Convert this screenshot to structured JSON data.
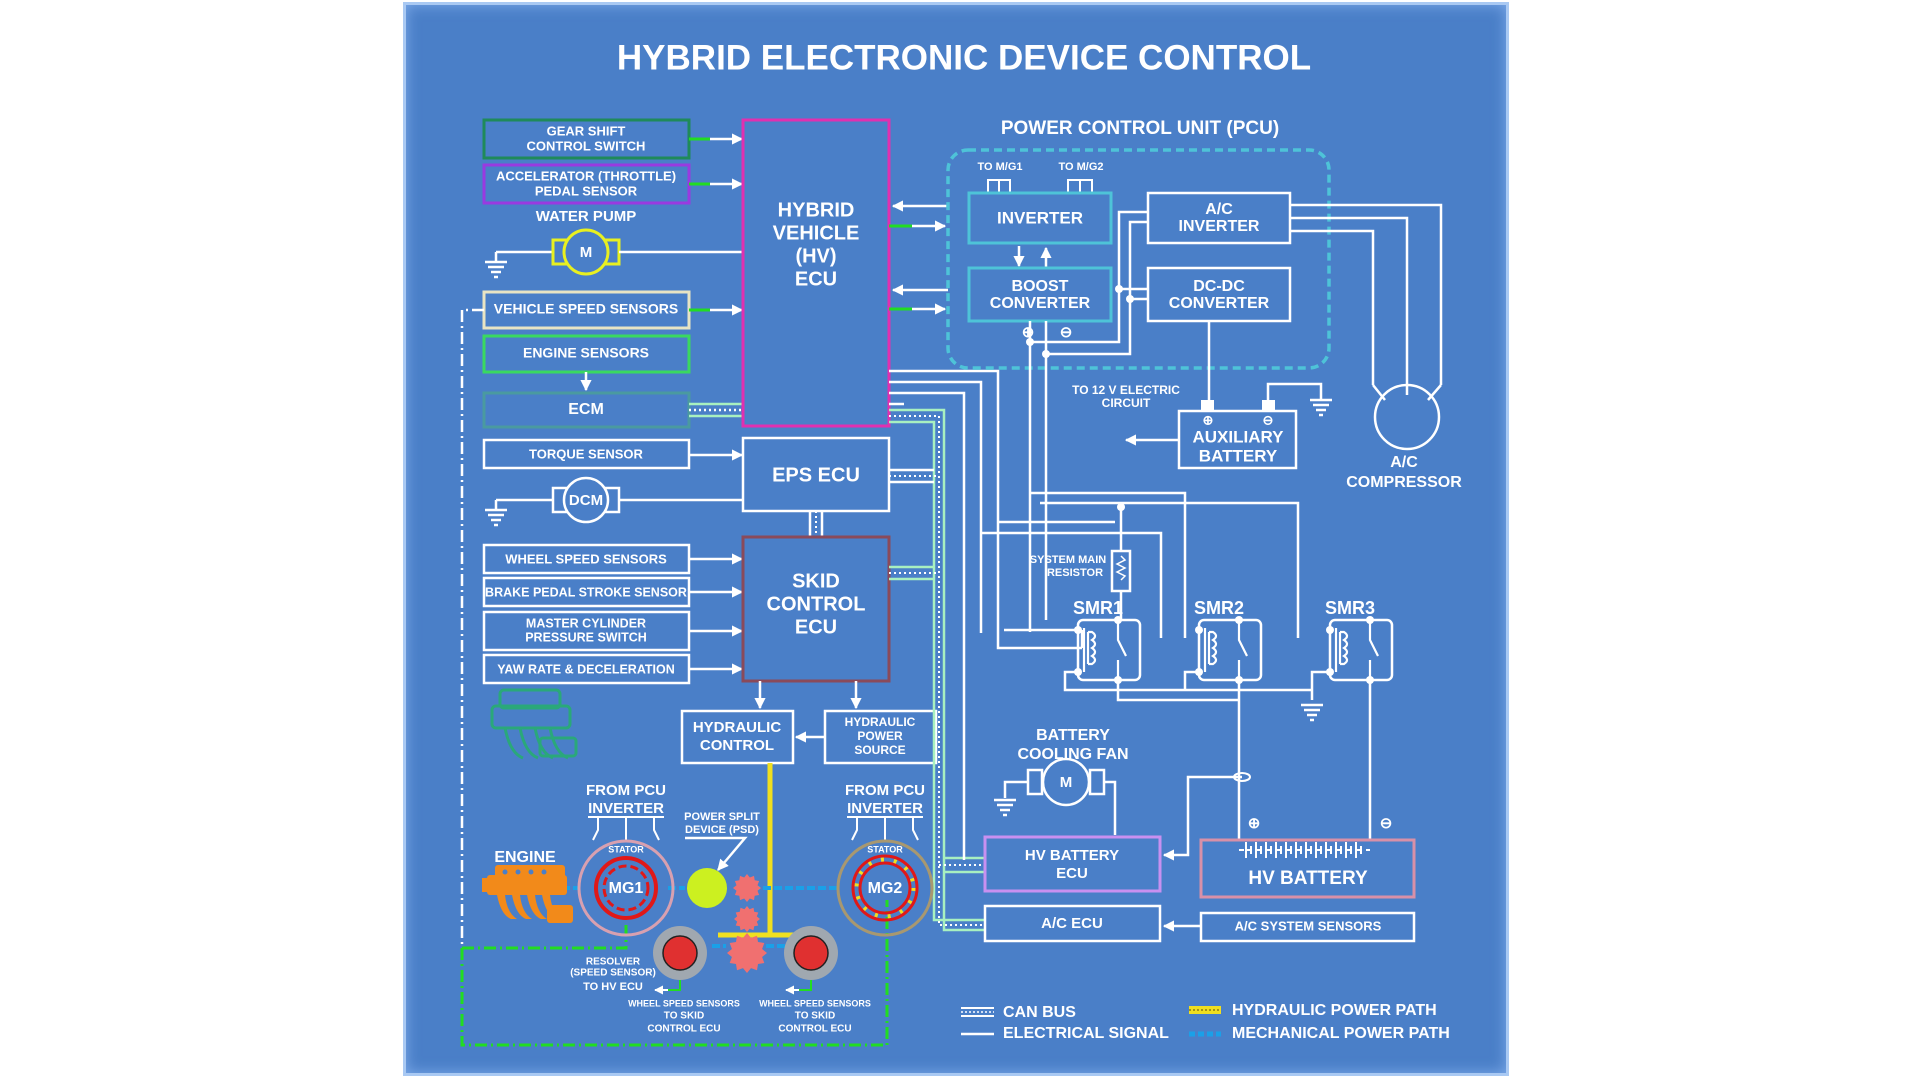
{
  "title": "HYBRID ELECTRONIC DEVICE CONTROL",
  "colors": {
    "background": "#4a7fc8",
    "line": "#ffffff",
    "can_bus": "#a8f0c0",
    "signal_green": "#22dd22",
    "hydraulic": "#f0e020",
    "mechanical": "#1aa0e8",
    "hv_ecu_border": "#e030b0",
    "skid_border": "#8a4a5a",
    "pcu_border": "#4ec3d8",
    "motor_yellow": "#e8f020",
    "engine_orange": "#f28a1a",
    "stator_red": "#e01818",
    "gear_red": "#f07070",
    "psd_green": "#ccf020",
    "hv_battery_border": "#d890a8",
    "hv_battery_ecu_border": "#c890f0"
  },
  "inputs": {
    "gear_shift": [
      "GEAR SHIFT",
      "CONTROL SWITCH"
    ],
    "accelerator": [
      "ACCELERATOR (THROTTLE)",
      "PEDAL SENSOR"
    ],
    "water_pump_label": "WATER PUMP",
    "water_pump_motor": "M",
    "vehicle_speed": "VEHICLE SPEED SENSORS",
    "engine_sensors": "ENGINE SENSORS",
    "ecm": "ECM",
    "torque_sensor": "TORQUE  SENSOR",
    "dcm": "DCM",
    "wheel_speed": "WHEEL SPEED SENSORS",
    "brake_pedal": "BRAKE PEDAL STROKE SENSOR",
    "master_cylinder": [
      "MASTER CYLINDER",
      "PRESSURE SWITCH"
    ],
    "yaw_rate": "YAW RATE & DECELERATION"
  },
  "ecus": {
    "hv_ecu": [
      "HYBRID",
      "VEHICLE",
      "(HV)",
      "ECU"
    ],
    "eps_ecu": "EPS ECU",
    "skid_ecu": [
      "SKID",
      "CONTROL",
      "ECU"
    ],
    "hydraulic_control": [
      "HYDRAULIC",
      "CONTROL"
    ],
    "hydraulic_power": [
      "HYDRAULIC",
      "POWER",
      "SOURCE"
    ]
  },
  "pcu": {
    "title": "POWER CONTROL UNIT (PCU)",
    "to_mg1": "TO M/G1",
    "to_mg2": "TO M/G2",
    "inverter": "INVERTER",
    "boost": [
      "BOOST",
      "CONVERTER"
    ],
    "ac_inverter": [
      "A/C",
      "INVERTER"
    ],
    "dcdc": [
      "DC-DC",
      "CONVERTER"
    ],
    "plus": "⊕",
    "minus": "⊖"
  },
  "aux": {
    "to_12v": [
      "TO 12 V ELECTRIC",
      "CIRCUIT"
    ],
    "battery": [
      "AUXILIARY",
      "BATTERY"
    ],
    "compressor": [
      "A/C",
      "COMPRESSOR"
    ]
  },
  "smr": {
    "resistor": [
      "SYSTEM MAIN",
      "RESISTOR"
    ],
    "labels": [
      "SMR1",
      "SMR2",
      "SMR3"
    ]
  },
  "battery": {
    "fan": [
      "BATTERY",
      "COOLING FAN"
    ],
    "fan_motor": "M",
    "hv_battery_ecu": [
      "HV BATTERY",
      "ECU"
    ],
    "hv_battery": "HV BATTERY",
    "ac_ecu": "A/C ECU",
    "ac_sensors": "A/C SYSTEM SENSORS"
  },
  "drivetrain": {
    "engine": "ENGINE",
    "from_pcu_1": [
      "FROM PCU",
      "INVERTER"
    ],
    "from_pcu_2": [
      "FROM PCU",
      "INVERTER"
    ],
    "psd": [
      "POWER SPLIT",
      "DEVICE (PSD)"
    ],
    "stator": "STATOR",
    "mg1": "MG1",
    "mg2": "MG2",
    "resolver": [
      "RESOLVER",
      "(SPEED SENSOR)",
      "TO HV ECU"
    ],
    "wss_left": [
      "WHEEL SPEED SENSORS",
      "TO SKID",
      "CONTROL ECU"
    ],
    "wss_right": [
      "WHEEL SPEED SENSORS",
      "TO SKID",
      "CONTROL ECU"
    ]
  },
  "legend": {
    "can_bus": "CAN BUS",
    "electrical": "ELECTRICAL SIGNAL",
    "hydraulic": "HYDRAULIC POWER PATH",
    "mechanical": "MECHANICAL POWER PATH"
  }
}
